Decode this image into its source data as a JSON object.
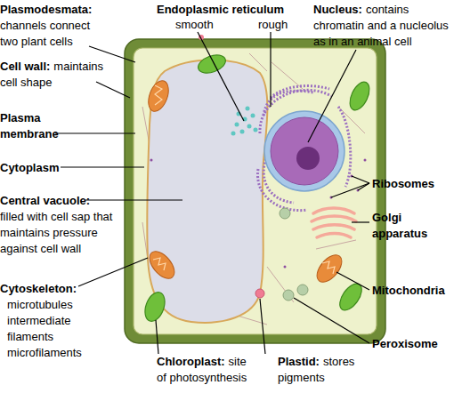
{
  "diagram": {
    "labels": [
      "Plasmodesmata:",
      "channels connect two plant cells",
      "Endoplasmic reticulum",
      "smooth",
      "rough",
      "Nucleus:",
      "contains chromatin and a nucleolus as in an animal cell",
      "Cell wall:",
      "maintains cell shape",
      "Plasma membrane",
      "Cytoplasm",
      "Central vacuole:",
      "filled with cell sap that maintains pressure against cell wall",
      "Ribosomes",
      "Golgi apparatus",
      "Mitochondria",
      "Cytoskeleton:",
      "microtubules intermediate filaments microfilaments",
      "Chloroplast:",
      "site of photosynthesis",
      "Plastid:",
      "stores pigments",
      "Peroxisome"
    ]
  }
}
